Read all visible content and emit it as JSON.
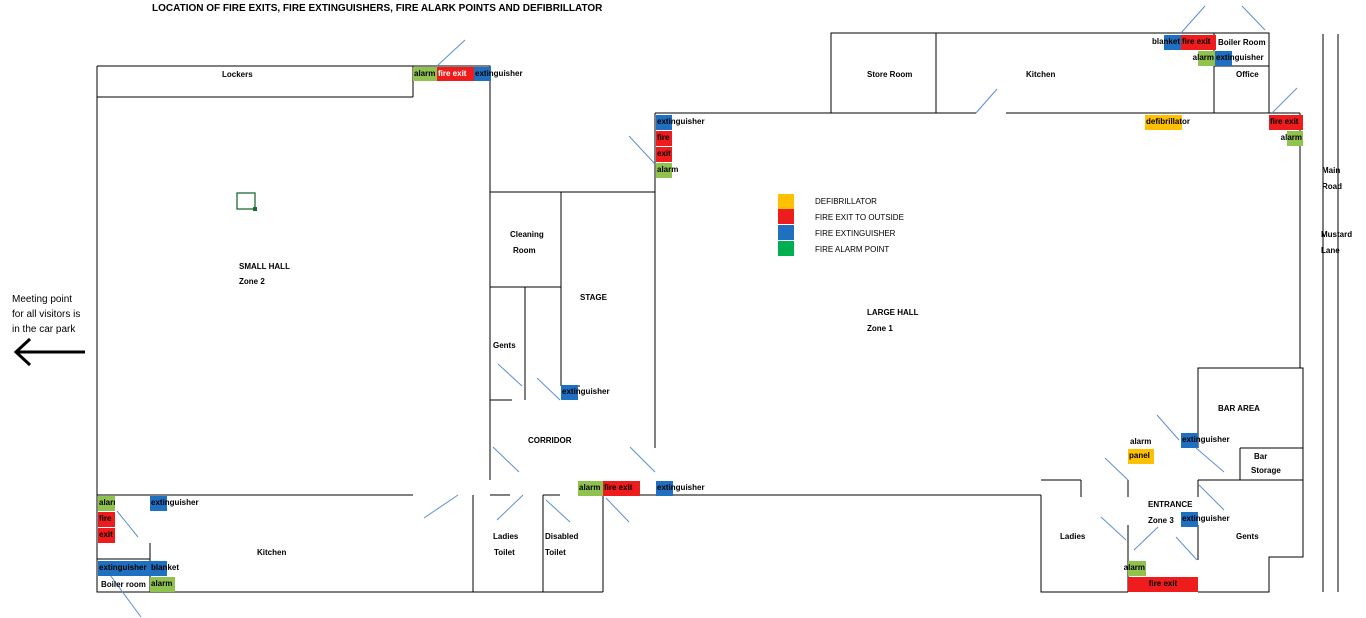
{
  "title": "LOCATION OF FIRE EXITS, FIRE EXTINGUISHERS, FIRE ALARK POINTS AND DEFIBRILLATOR",
  "meeting_point": [
    "Meeting point",
    "for all visitors is",
    "in the car park"
  ],
  "legend": [
    {
      "label": "DEFIBRILLATOR",
      "color": "#ffc000"
    },
    {
      "label": "FIRE EXIT TO OUTSIDE",
      "color": "#ee1c1c"
    },
    {
      "label": "FIRE EXTINGUISHER",
      "color": "#1f70c1"
    },
    {
      "label": "FIRE ALARM POINT",
      "color": "#00b050"
    }
  ],
  "rooms": {
    "lockers": "Lockers",
    "small_hall": "SMALL HALL",
    "small_hall_zone": "Zone 2",
    "cleaning_1": "Cleaning",
    "cleaning_2": "Room",
    "stage": "STAGE",
    "gents_left": "Gents",
    "corridor": "CORRIDOR",
    "ladies_toilet_1": "Ladies",
    "ladies_toilet_2": "Toilet",
    "disabled_toilet_1": "Disabled",
    "disabled_toilet_2": "Toilet",
    "kitchen_left": "Kitchen",
    "boiler_room_left": "Boiler room",
    "store_room": "Store Room",
    "kitchen_right": "Kitchen",
    "boiler_room_right": "Boiler Room",
    "office": "Office",
    "large_hall": "LARGE HALL",
    "large_hall_zone": "Zone 1",
    "bar_area": "BAR AREA",
    "bar_storage_1": "Bar",
    "bar_storage_2": "Storage",
    "entrance": "ENTRANCE",
    "entrance_zone": "Zone 3",
    "ladies_right": "Ladies",
    "gents_right": "Gents",
    "main_road_1": "Main",
    "main_road_2": "Road",
    "mustard_1": "Mustard",
    "mustard_2": "Lane"
  },
  "markers": {
    "alarm": "alarm",
    "fire_exit": "fire exit",
    "fire": "fire",
    "exit": "exit",
    "extinguisher": "extinguisher",
    "blanket": "blanket",
    "defibrillator": "defibrillator",
    "panel": "panel"
  }
}
